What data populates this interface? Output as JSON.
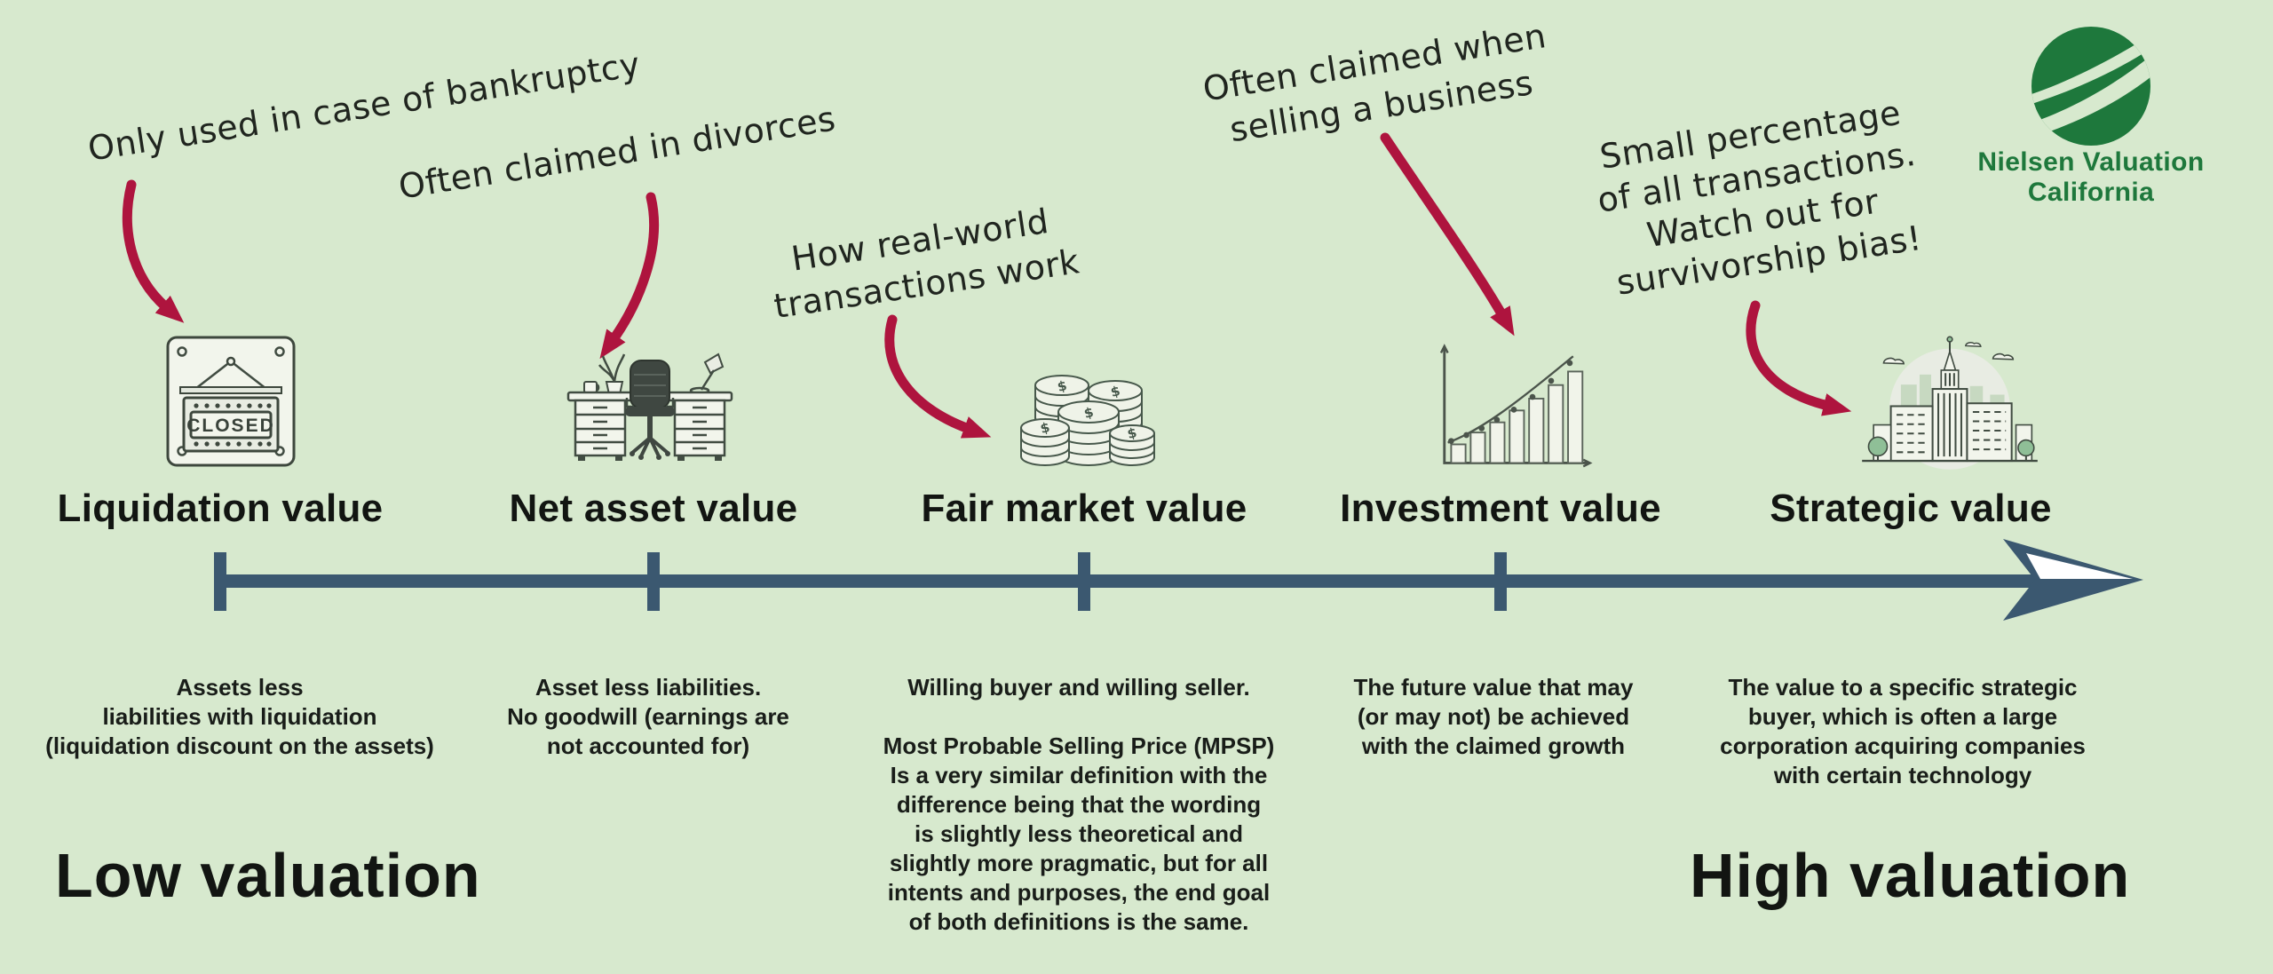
{
  "page": {
    "background": "#d7e9ce"
  },
  "logo": {
    "name": "Nielsen Valuation California",
    "color": "#1e783c"
  },
  "annotations": {
    "bankruptcy": "Only used in case of bankruptcy",
    "divorces": "Often claimed in divorces",
    "real_world": "How real-world\ntransactions work",
    "selling": "Often claimed when\nselling a business",
    "survivorship": "Small percentage\nof all transactions.\nWatch out for\nsurvivorship bias!"
  },
  "items": [
    {
      "title": "Liquidation value",
      "icon": "closed-sign-icon",
      "description": "Assets less\nliabilities with liquidation\n(liquidation discount on the assets)"
    },
    {
      "title": "Net asset value",
      "icon": "desk-icon",
      "description": "Asset less liabilities.\nNo goodwill (earnings are\nnot accounted for)"
    },
    {
      "title": "Fair market value",
      "icon": "coins-icon",
      "description": "Willing buyer and willing seller.\n\nMost Probable Selling Price (MPSP)\nIs a very similar definition with the\ndifference being that the wording\nis slightly less theoretical and\nslightly more pragmatic, but for all\nintents and purposes, the end goal\nof both definitions is the same."
    },
    {
      "title": "Investment value",
      "icon": "chart-icon",
      "description": "The future value that may\n(or may not) be achieved\nwith the claimed growth"
    },
    {
      "title": "Strategic value",
      "icon": "city-icon",
      "description": "The value to a specific strategic\nbuyer, which is often a large\ncorporation acquiring companies\nwith certain technology"
    }
  ],
  "closed_sign": {
    "text": "CLOSED"
  },
  "timeline": {
    "low_label": "Low valuation",
    "high_label": "High valuation",
    "axis_color": "#3b5870",
    "arrow_color": "#ae143e"
  }
}
